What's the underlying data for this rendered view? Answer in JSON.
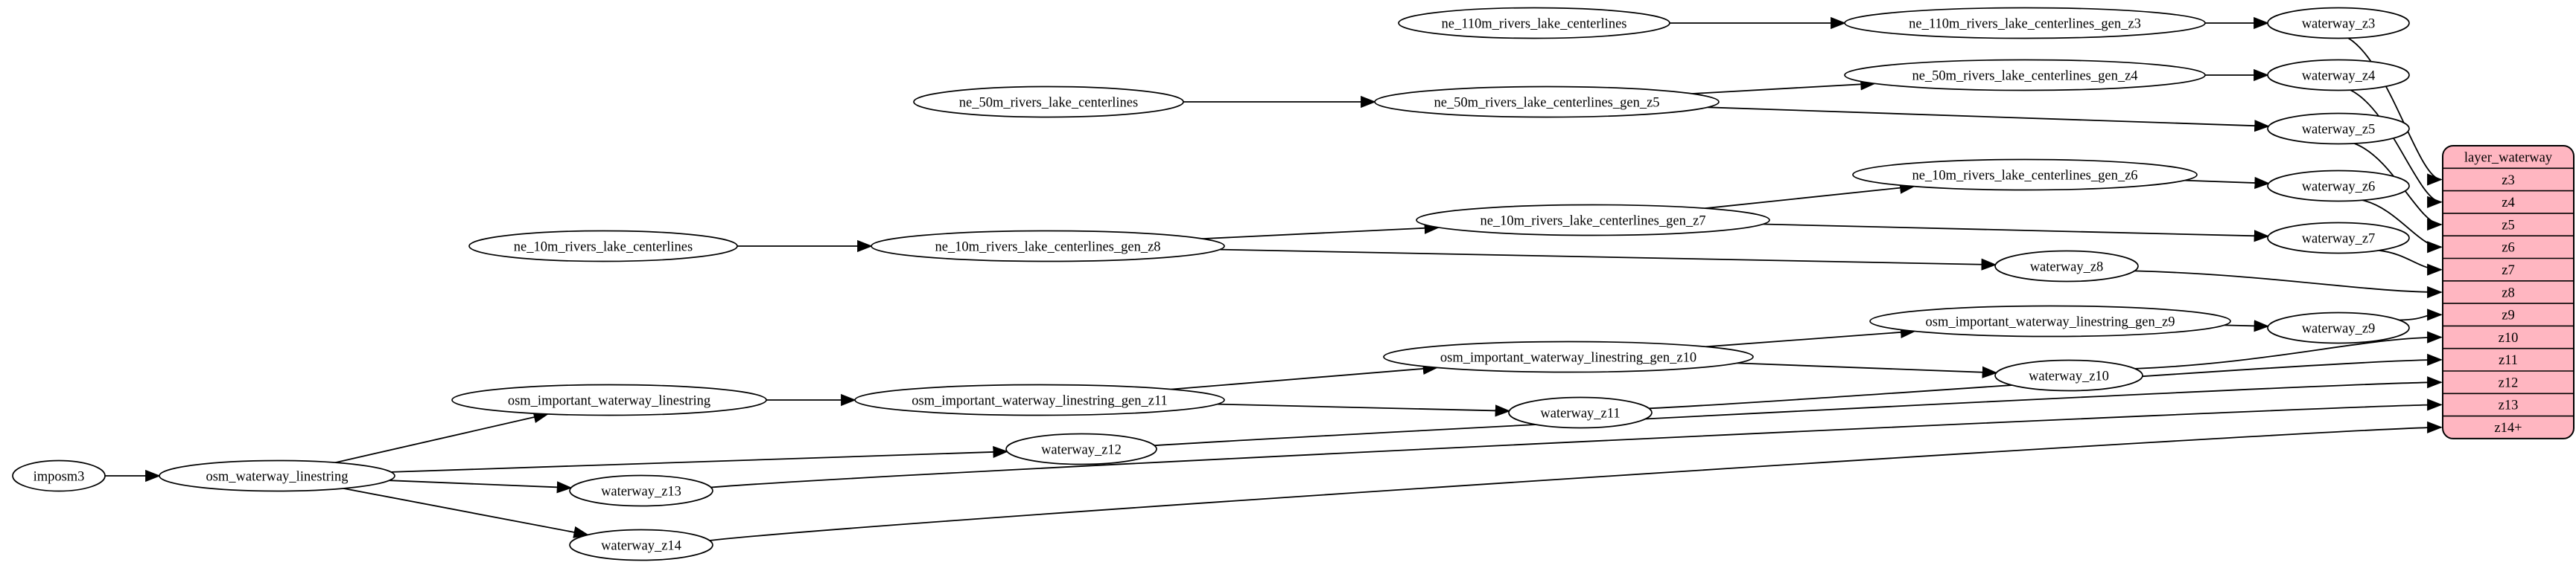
{
  "diagram": {
    "background": "#ffffff",
    "node_fill": "#ffffff",
    "node_border": "#000000",
    "edge_color": "#000000",
    "record": {
      "title": "layer_waterway",
      "fill": "#ffb6c1",
      "border": "#000000",
      "rows": [
        "z3",
        "z4",
        "z5",
        "z6",
        "z7",
        "z8",
        "z9",
        "z10",
        "z11",
        "z12",
        "z13",
        "z14+"
      ]
    },
    "nodes": [
      {
        "id": "imposm3",
        "label": "imposm3"
      },
      {
        "id": "osm_waterway_linestring",
        "label": "osm_waterway_linestring"
      },
      {
        "id": "osm_important_waterway_linestring",
        "label": "osm_important_waterway_linestring"
      },
      {
        "id": "osm_important_waterway_linestring_gen_z11",
        "label": "osm_important_waterway_linestring_gen_z11"
      },
      {
        "id": "osm_important_waterway_linestring_gen_z10",
        "label": "osm_important_waterway_linestring_gen_z10"
      },
      {
        "id": "osm_important_waterway_linestring_gen_z9",
        "label": "osm_important_waterway_linestring_gen_z9"
      },
      {
        "id": "waterway_z9",
        "label": "waterway_z9"
      },
      {
        "id": "waterway_z10",
        "label": "waterway_z10"
      },
      {
        "id": "waterway_z11",
        "label": "waterway_z11"
      },
      {
        "id": "waterway_z12",
        "label": "waterway_z12"
      },
      {
        "id": "waterway_z13",
        "label": "waterway_z13"
      },
      {
        "id": "waterway_z14",
        "label": "waterway_z14"
      },
      {
        "id": "ne_10m_rivers_lake_centerlines",
        "label": "ne_10m_rivers_lake_centerlines"
      },
      {
        "id": "ne_10m_rivers_lake_centerlines_gen_z8",
        "label": "ne_10m_rivers_lake_centerlines_gen_z8"
      },
      {
        "id": "ne_10m_rivers_lake_centerlines_gen_z7",
        "label": "ne_10m_rivers_lake_centerlines_gen_z7"
      },
      {
        "id": "ne_10m_rivers_lake_centerlines_gen_z6",
        "label": "ne_10m_rivers_lake_centerlines_gen_z6"
      },
      {
        "id": "waterway_z6",
        "label": "waterway_z6"
      },
      {
        "id": "waterway_z7",
        "label": "waterway_z7"
      },
      {
        "id": "waterway_z8",
        "label": "waterway_z8"
      },
      {
        "id": "ne_50m_rivers_lake_centerlines",
        "label": "ne_50m_rivers_lake_centerlines"
      },
      {
        "id": "ne_50m_rivers_lake_centerlines_gen_z5",
        "label": "ne_50m_rivers_lake_centerlines_gen_z5"
      },
      {
        "id": "ne_50m_rivers_lake_centerlines_gen_z4",
        "label": "ne_50m_rivers_lake_centerlines_gen_z4"
      },
      {
        "id": "waterway_z4",
        "label": "waterway_z4"
      },
      {
        "id": "waterway_z5",
        "label": "waterway_z5"
      },
      {
        "id": "ne_110m_rivers_lake_centerlines",
        "label": "ne_110m_rivers_lake_centerlines"
      },
      {
        "id": "ne_110m_rivers_lake_centerlines_gen_z3",
        "label": "ne_110m_rivers_lake_centerlines_gen_z3"
      },
      {
        "id": "waterway_z3",
        "label": "waterway_z3"
      }
    ],
    "edges": [
      {
        "from": "imposm3",
        "to": "osm_waterway_linestring"
      },
      {
        "from": "osm_waterway_linestring",
        "to": "osm_important_waterway_linestring"
      },
      {
        "from": "osm_waterway_linestring",
        "to": "waterway_z12"
      },
      {
        "from": "osm_waterway_linestring",
        "to": "waterway_z13"
      },
      {
        "from": "osm_waterway_linestring",
        "to": "waterway_z14"
      },
      {
        "from": "osm_important_waterway_linestring",
        "to": "osm_important_waterway_linestring_gen_z11"
      },
      {
        "from": "osm_important_waterway_linestring_gen_z11",
        "to": "osm_important_waterway_linestring_gen_z10"
      },
      {
        "from": "osm_important_waterway_linestring_gen_z11",
        "to": "waterway_z11"
      },
      {
        "from": "osm_important_waterway_linestring_gen_z10",
        "to": "osm_important_waterway_linestring_gen_z9"
      },
      {
        "from": "osm_important_waterway_linestring_gen_z10",
        "to": "waterway_z10"
      },
      {
        "from": "osm_important_waterway_linestring_gen_z9",
        "to": "waterway_z9"
      },
      {
        "from": "ne_10m_rivers_lake_centerlines",
        "to": "ne_10m_rivers_lake_centerlines_gen_z8"
      },
      {
        "from": "ne_10m_rivers_lake_centerlines_gen_z8",
        "to": "ne_10m_rivers_lake_centerlines_gen_z7"
      },
      {
        "from": "ne_10m_rivers_lake_centerlines_gen_z8",
        "to": "waterway_z8"
      },
      {
        "from": "ne_10m_rivers_lake_centerlines_gen_z7",
        "to": "ne_10m_rivers_lake_centerlines_gen_z6"
      },
      {
        "from": "ne_10m_rivers_lake_centerlines_gen_z7",
        "to": "waterway_z7"
      },
      {
        "from": "ne_10m_rivers_lake_centerlines_gen_z6",
        "to": "waterway_z6"
      },
      {
        "from": "ne_50m_rivers_lake_centerlines",
        "to": "ne_50m_rivers_lake_centerlines_gen_z5"
      },
      {
        "from": "ne_50m_rivers_lake_centerlines_gen_z5",
        "to": "ne_50m_rivers_lake_centerlines_gen_z4"
      },
      {
        "from": "ne_50m_rivers_lake_centerlines_gen_z5",
        "to": "waterway_z5"
      },
      {
        "from": "ne_50m_rivers_lake_centerlines_gen_z4",
        "to": "waterway_z4"
      },
      {
        "from": "ne_110m_rivers_lake_centerlines",
        "to": "ne_110m_rivers_lake_centerlines_gen_z3"
      },
      {
        "from": "ne_110m_rivers_lake_centerlines_gen_z3",
        "to": "waterway_z3"
      },
      {
        "from": "waterway_z3",
        "to_row": "z3"
      },
      {
        "from": "waterway_z4",
        "to_row": "z4"
      },
      {
        "from": "waterway_z5",
        "to_row": "z5"
      },
      {
        "from": "waterway_z6",
        "to_row": "z6"
      },
      {
        "from": "waterway_z7",
        "to_row": "z7"
      },
      {
        "from": "waterway_z8",
        "to_row": "z8"
      },
      {
        "from": "waterway_z9",
        "to_row": "z9"
      },
      {
        "from": "waterway_z10",
        "to_row": "z10"
      },
      {
        "from": "waterway_z11",
        "to_row": "z11"
      },
      {
        "from": "waterway_z12",
        "to_row": "z12"
      },
      {
        "from": "waterway_z13",
        "to_row": "z13"
      },
      {
        "from": "waterway_z14",
        "to_row": "z14+"
      }
    ]
  }
}
